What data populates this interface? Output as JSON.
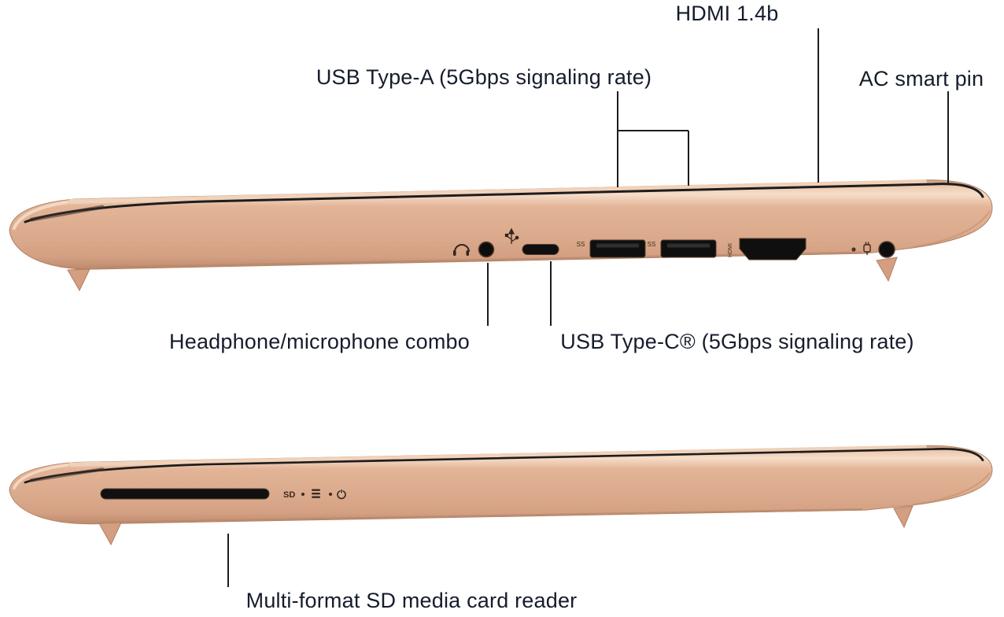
{
  "diagram": {
    "callouts": {
      "hdmi": "HDMI 1.4b",
      "usb_a": "USB Type-A (5Gbps signaling rate)",
      "ac_pin": "AC smart pin",
      "headphone": "Headphone/microphone combo",
      "usb_c": "USB Type-C® (5Gbps signaling rate)",
      "sd": "Multi-format SD media card reader"
    },
    "markings": {
      "sd_slot": "SD",
      "hdmi_port": "HDMI",
      "usb_a_1": "SS",
      "usb_a_2": "SS"
    },
    "colors": {
      "laptop_body": "#ddab8e",
      "laptop_highlight": "#f6dcc8",
      "laptop_shadow": "#bd8a6c",
      "port_black": "#0f0f0f",
      "text": "#151c2c",
      "callout_line": "#1c1c1c",
      "background": "#ffffff"
    }
  }
}
